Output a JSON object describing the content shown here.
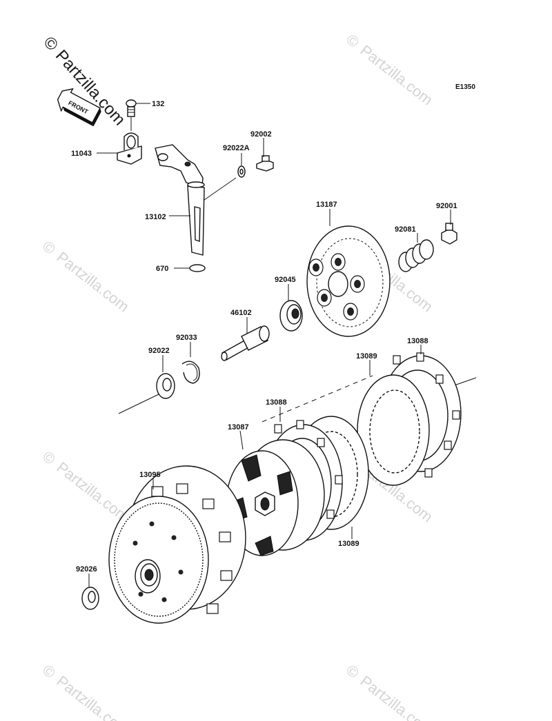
{
  "diagram_code": "E1350",
  "watermark": {
    "main": "Partzilla.com",
    "repeat": "Partzilla.com",
    "symbol": "©"
  },
  "front_arrow": {
    "text": "FRONT"
  },
  "labels": {
    "p132": "132",
    "p11043": "11043",
    "p92022A": "92022A",
    "p92002": "92002",
    "p13102": "13102",
    "p670": "670",
    "p13187": "13187",
    "p92001": "92001",
    "p92081": "92081",
    "p92045": "92045",
    "p46102": "46102",
    "p92033": "92033",
    "p92022": "92022",
    "p13089a": "13089",
    "p13088a": "13088",
    "p13088b": "13088",
    "p13087": "13087",
    "p13095": "13095",
    "p13089b": "13089",
    "p92026": "92026"
  }
}
